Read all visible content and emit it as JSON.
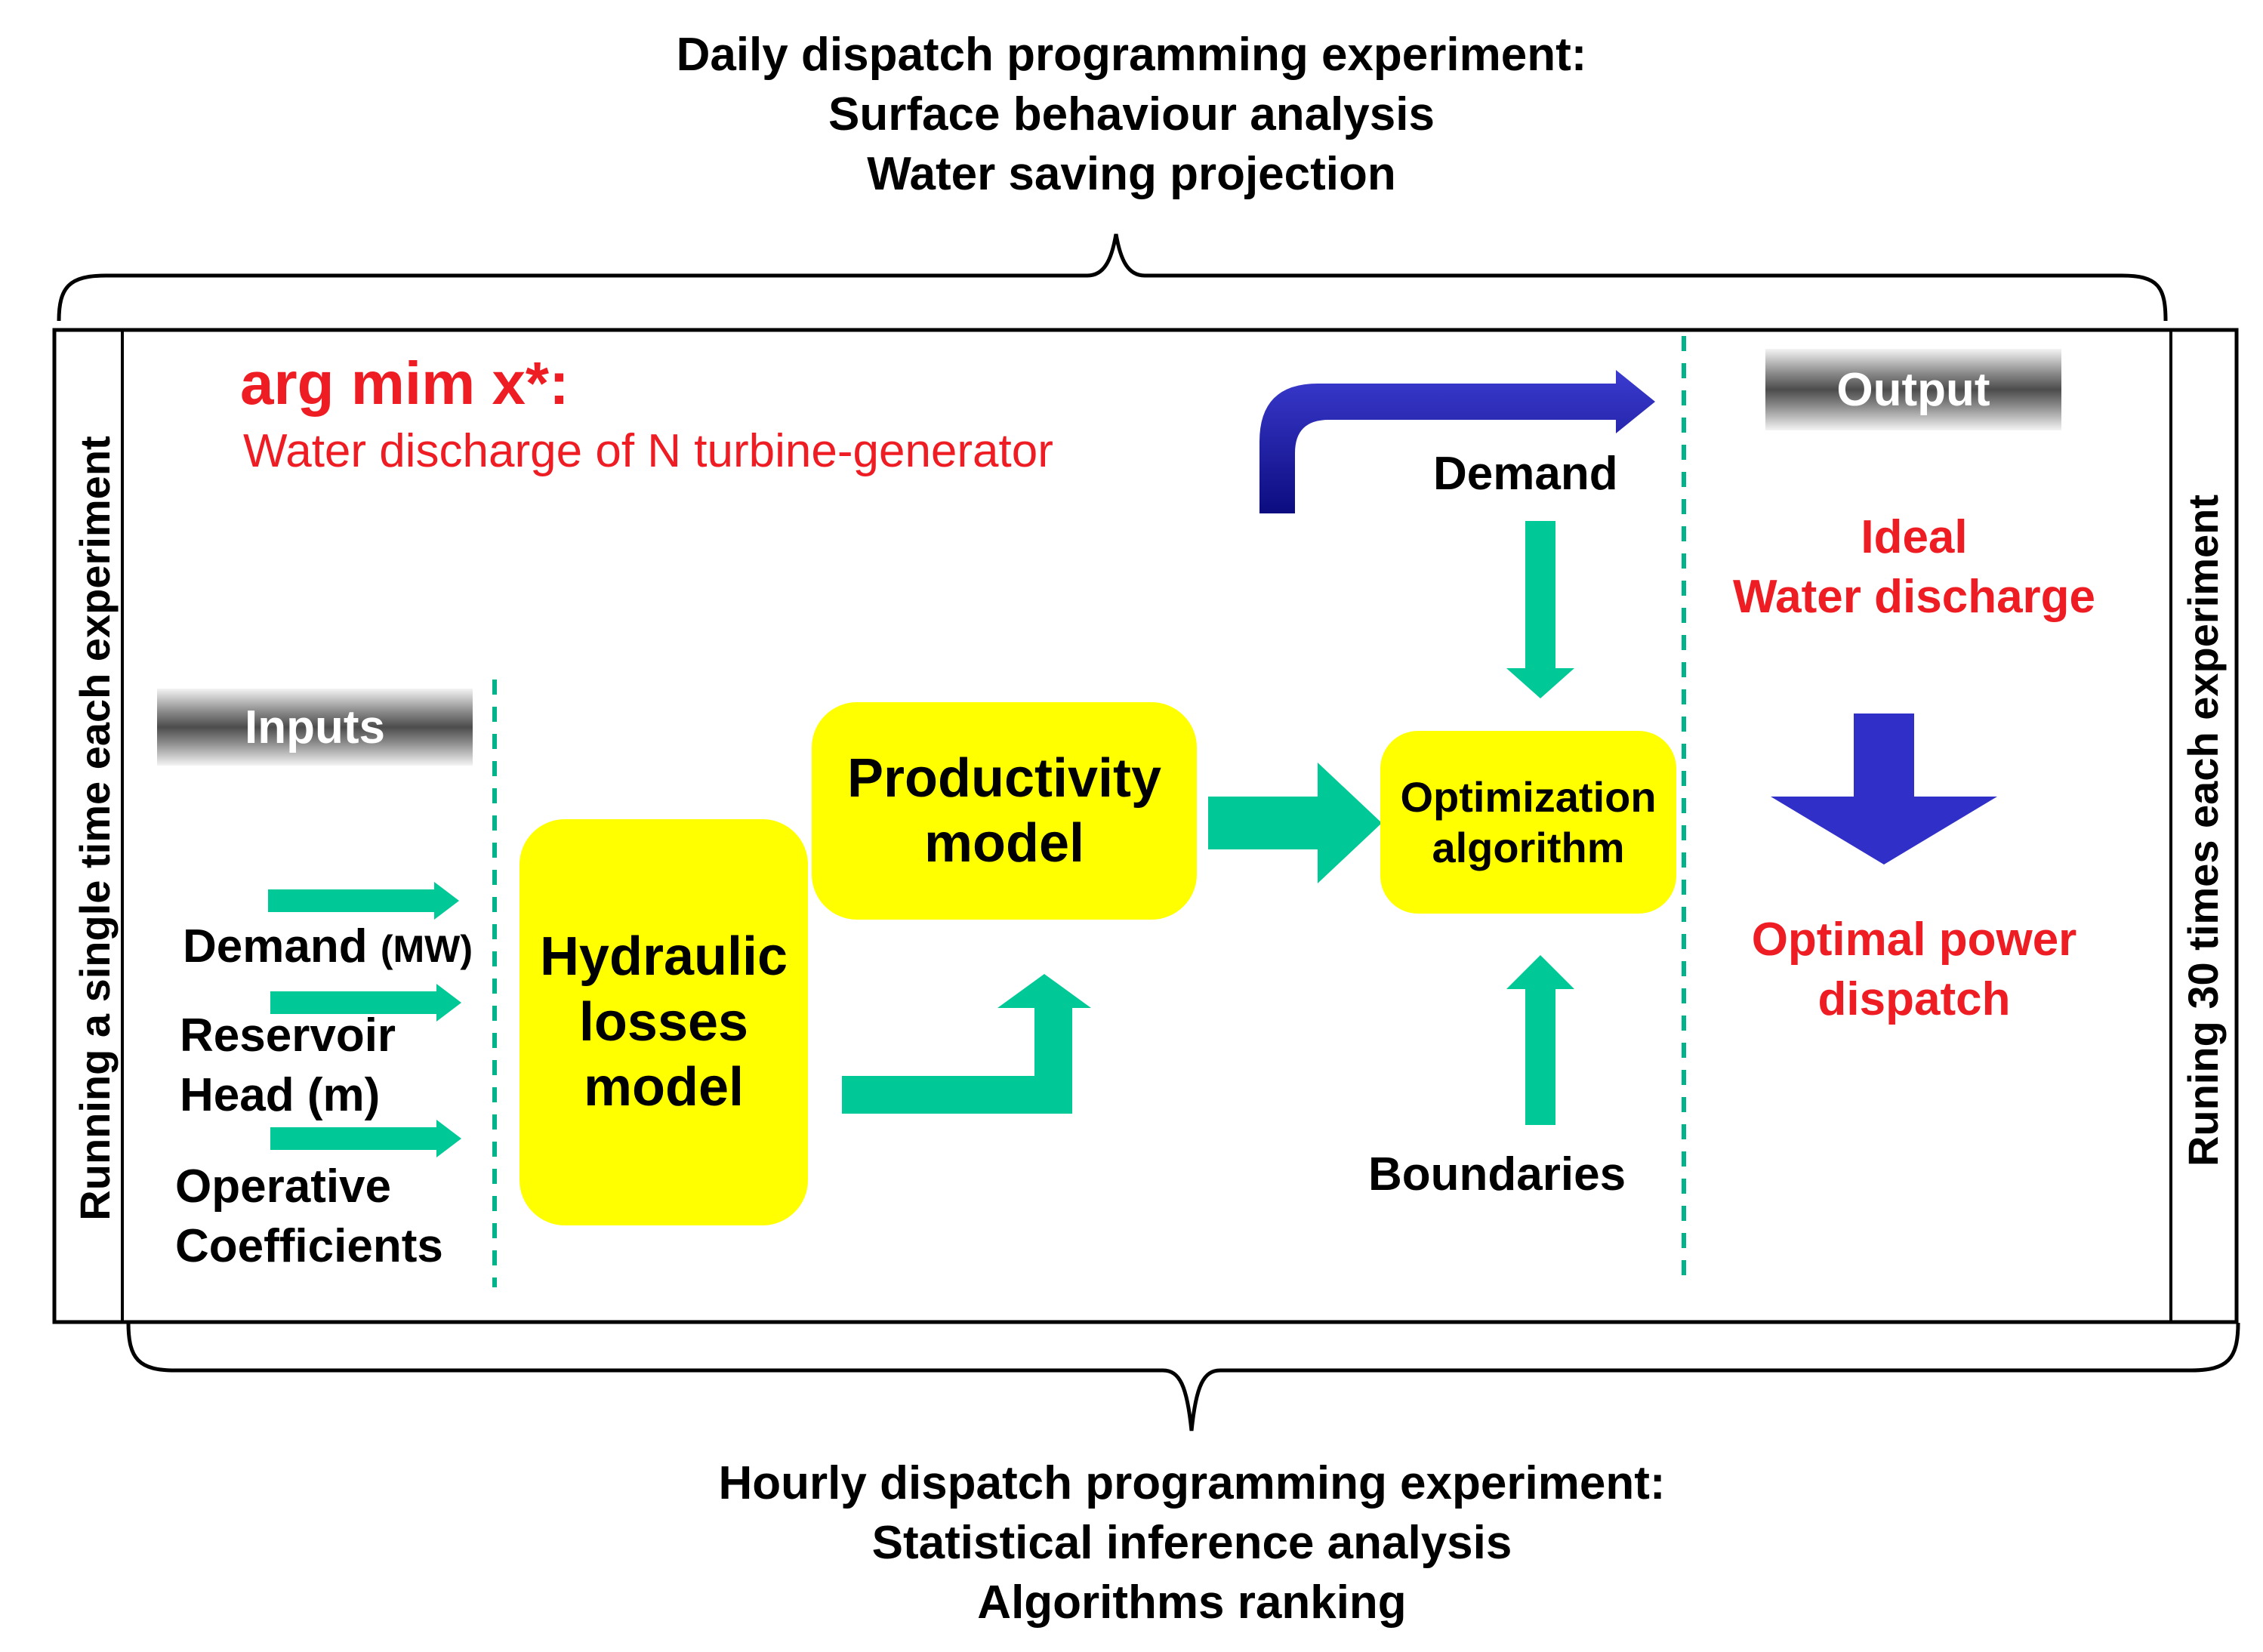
{
  "top_caption": {
    "line1": "Daily dispatch programming experiment:",
    "line2": "Surface behaviour analysis",
    "line3": "Water saving projection"
  },
  "bottom_caption": {
    "line1": "Hourly dispatch programming experiment:",
    "line2": "Statistical inference analysis",
    "line3": "Algorithms ranking"
  },
  "left_side_label": "Running a single time each experiment",
  "right_side_label": "Runing 30 times each experiment",
  "objective": {
    "title": "arg mim x*:",
    "subtitle": "Water discharge of N turbine-generator"
  },
  "inputs": {
    "banner": "Inputs",
    "demand_label": "Demand",
    "demand_unit": "(MW)",
    "reservoir_line1": "Reservoir",
    "reservoir_line2": "Head (m)",
    "coefficients_line1": "Operative",
    "coefficients_line2": "Coefficients"
  },
  "models": {
    "hydraulic_line1": "Hydraulic",
    "hydraulic_line2": "losses",
    "hydraulic_line3": "model",
    "productivity_line1": "Productivity",
    "productivity_line2": "model",
    "optimization_line1": "Optimization",
    "optimization_line2": "algorithm"
  },
  "demand_label": "Demand",
  "boundaries_label": "Boundaries",
  "output": {
    "banner": "Output",
    "ideal_line1": "Ideal",
    "ideal_line2": "Water discharge",
    "optimal_line1": "Optimal power",
    "optimal_line2": "dispatch"
  },
  "colors": {
    "box_fill": "#ffff00",
    "green_arrow": "#00c896",
    "blue_arrow": "#1a1aa0",
    "output_arrow": "#3030c8",
    "red_text": "#ee1d24",
    "divider": "#00b38a"
  }
}
